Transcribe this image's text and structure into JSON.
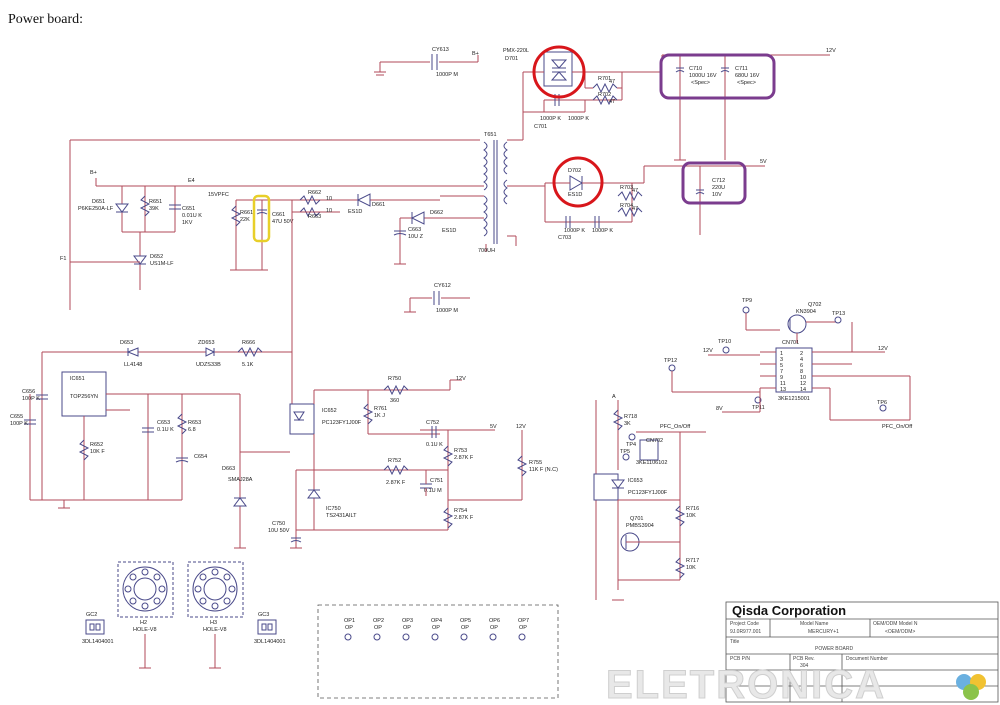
{
  "heading": "Power board:",
  "title_block": {
    "company": "Qisda Corporation",
    "project_code_label": "Project Code",
    "model_name_label": "Model Name",
    "oem_model_label": "OEM/ODM Model N",
    "title_label": "Title",
    "title_value": "POWER BOARD",
    "pcb_pn_label": "PCB P/N",
    "pcb_rev_label": "PCB Rev.",
    "doc_number_label": "Document Number",
    "project_code_value": "9J.0R977.001",
    "model_name_value": "MERCURY+1",
    "oem_model_value": "<OEM/ODM>",
    "pcb_rev_value": "304"
  },
  "watermark": "ELETRONICA",
  "components": {
    "cy613": {
      "ref": "CY613",
      "value": "1000P M"
    },
    "cy612": {
      "ref": "CY612",
      "value": "1000P M"
    },
    "d701": {
      "ref": "D701",
      "part": "PMX-220L"
    },
    "r701": {
      "ref": "R701",
      "value": "47"
    },
    "r702": {
      "ref": "R702",
      "value": "47"
    },
    "c701": {
      "ref": "C701",
      "value": "1000P K"
    },
    "c702": {
      "value": "1000P K"
    },
    "c710": {
      "ref": "C710",
      "value": "1000U 16V",
      "note": "<Spec>"
    },
    "c711": {
      "ref": "C711",
      "value": "680U 16V",
      "note": "<Spec>"
    },
    "d702": {
      "ref": "D702",
      "part": "ES1D"
    },
    "r703": {
      "ref": "R703",
      "value": "47"
    },
    "r704": {
      "ref": "R704",
      "value": "47"
    },
    "c703": {
      "ref": "C703",
      "value": "1000P K"
    },
    "c704": {
      "value": "1000P K"
    },
    "c712": {
      "ref": "C712",
      "value": "220U",
      "v": "10V"
    },
    "t651": {
      "ref": "T651",
      "value": "700UH"
    },
    "d651": {
      "ref": "D651",
      "part": "P6KE250A-LF"
    },
    "r651": {
      "ref": "R651",
      "value": "39K"
    },
    "c651": {
      "ref": "C651",
      "value": "0.01U K",
      "v": "1KV"
    },
    "d652": {
      "ref": "D652",
      "part": "US1M-LF"
    },
    "r661": {
      "ref": "R661",
      "value": "22K"
    },
    "c661": {
      "ref": "C661",
      "value": "47U 50V"
    },
    "r662": {
      "ref": "R662",
      "value": "10"
    },
    "r663": {
      "ref": "R663",
      "value": "10"
    },
    "d661": {
      "ref": "D661",
      "part": "ES1D"
    },
    "d662": {
      "ref": "D662",
      "part": "ES1D"
    },
    "c663": {
      "ref": "C663",
      "value": "10U Z"
    },
    "d653": {
      "ref": "D653",
      "part": "LL4148"
    },
    "zd653": {
      "ref": "ZD653",
      "part": "UDZS33B"
    },
    "r666": {
      "ref": "R666",
      "value": "5.1K"
    },
    "ic651": {
      "ref": "IC651",
      "part": "TOP256YN"
    },
    "c656": {
      "ref": "C656",
      "value": "100P K"
    },
    "c655": {
      "ref": "C655",
      "value": "100P K"
    },
    "r652": {
      "ref": "R652",
      "value": "10K F"
    },
    "c653": {
      "ref": "C653",
      "value": "0.1U K"
    },
    "r653": {
      "ref": "R653",
      "value": "6.8"
    },
    "c654": {
      "ref": "C654"
    },
    "d663": {
      "ref": "D663",
      "part": "SMAJ28A"
    },
    "ic652": {
      "ref": "IC652",
      "part": "PC123FY1J00F"
    },
    "r750": {
      "ref": "R750",
      "value": "360"
    },
    "r761": {
      "ref": "R761",
      "value": "1K J"
    },
    "c752": {
      "ref": "C752",
      "value": "0.1U K"
    },
    "r753": {
      "ref": "R753",
      "value": "2.87K F"
    },
    "r752": {
      "ref": "R752",
      "value": "2.87K F"
    },
    "c751": {
      "ref": "C751",
      "value": "0.1U M"
    },
    "r754": {
      "ref": "R754",
      "value": "2.87K F"
    },
    "ic750": {
      "ref": "IC750",
      "part": "TS2431AILT"
    },
    "c750": {
      "ref": "C750",
      "value": "10U 50V"
    },
    "r755": {
      "ref": "R755",
      "value": "11K F (N.C)"
    },
    "r718": {
      "ref": "R718",
      "value": "3K"
    },
    "cn702": {
      "ref": "CN702",
      "part": "3KE1106102"
    },
    "ic653": {
      "ref": "IC653",
      "part": "PC123FY1J00F"
    },
    "q701": {
      "ref": "Q701",
      "part": "PMBS3904"
    },
    "r716": {
      "ref": "R716",
      "value": "10K"
    },
    "r717": {
      "ref": "R717",
      "value": "10K"
    },
    "q702": {
      "ref": "Q702",
      "part": "KN3904"
    },
    "cn701": {
      "ref": "CN701",
      "part": "3KE1215001"
    },
    "h2": {
      "ref": "H2",
      "value": "HOLE-V8"
    },
    "h3": {
      "ref": "H3",
      "value": "HOLE-V8"
    },
    "gc2": {
      "ref": "GC2",
      "value": "3DL1404001"
    },
    "gc3": {
      "ref": "GC3",
      "value": "3DL1404001"
    }
  },
  "nets": {
    "v12": "12V",
    "v5": "5V",
    "v15pfc": "15VPFC",
    "pfc_onoff": "PFC_On/Off",
    "v8": "8V",
    "b_plus": "B+",
    "f1": "F1",
    "e4": "E4",
    "tp5": "TP5",
    "tp4": "TP4",
    "tp9": "TP9",
    "tp10": "TP10",
    "tp11": "TP11",
    "tp12": "TP12",
    "tp13": "TP13",
    "tp6": "TP6"
  },
  "test_points": [
    {
      "ref": "OP1",
      "value": "OP"
    },
    {
      "ref": "OP2",
      "value": "OP"
    },
    {
      "ref": "OP3",
      "value": "OP"
    },
    {
      "ref": "OP4",
      "value": "OP"
    },
    {
      "ref": "OP5",
      "value": "OP"
    },
    {
      "ref": "OP6",
      "value": "OP"
    },
    {
      "ref": "OP7",
      "value": "OP"
    }
  ],
  "colors": {
    "highlight_red": "#d8161b",
    "highlight_purple": "#7b3c8e",
    "highlight_yellow": "#e8cf29"
  }
}
